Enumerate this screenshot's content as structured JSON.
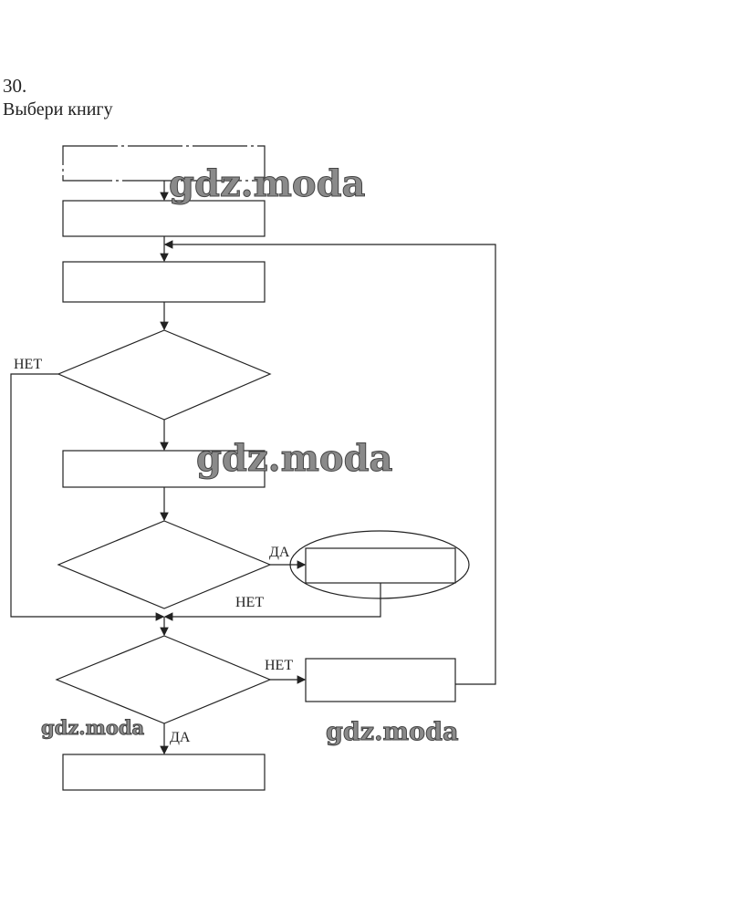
{
  "task": {
    "number": "30.",
    "title": "Выбери книгу"
  },
  "labels": {
    "no_1": "НЕТ",
    "yes_2": "ДА",
    "no_2": "НЕТ",
    "no_3": "НЕТ",
    "yes_3": "ДА"
  },
  "watermarks": [
    "gdz.moda",
    "gdz.moda",
    "gdz.moda",
    "gdz.moda"
  ],
  "colors": {
    "line": "#222222",
    "watermark": "#8a8a8a"
  }
}
